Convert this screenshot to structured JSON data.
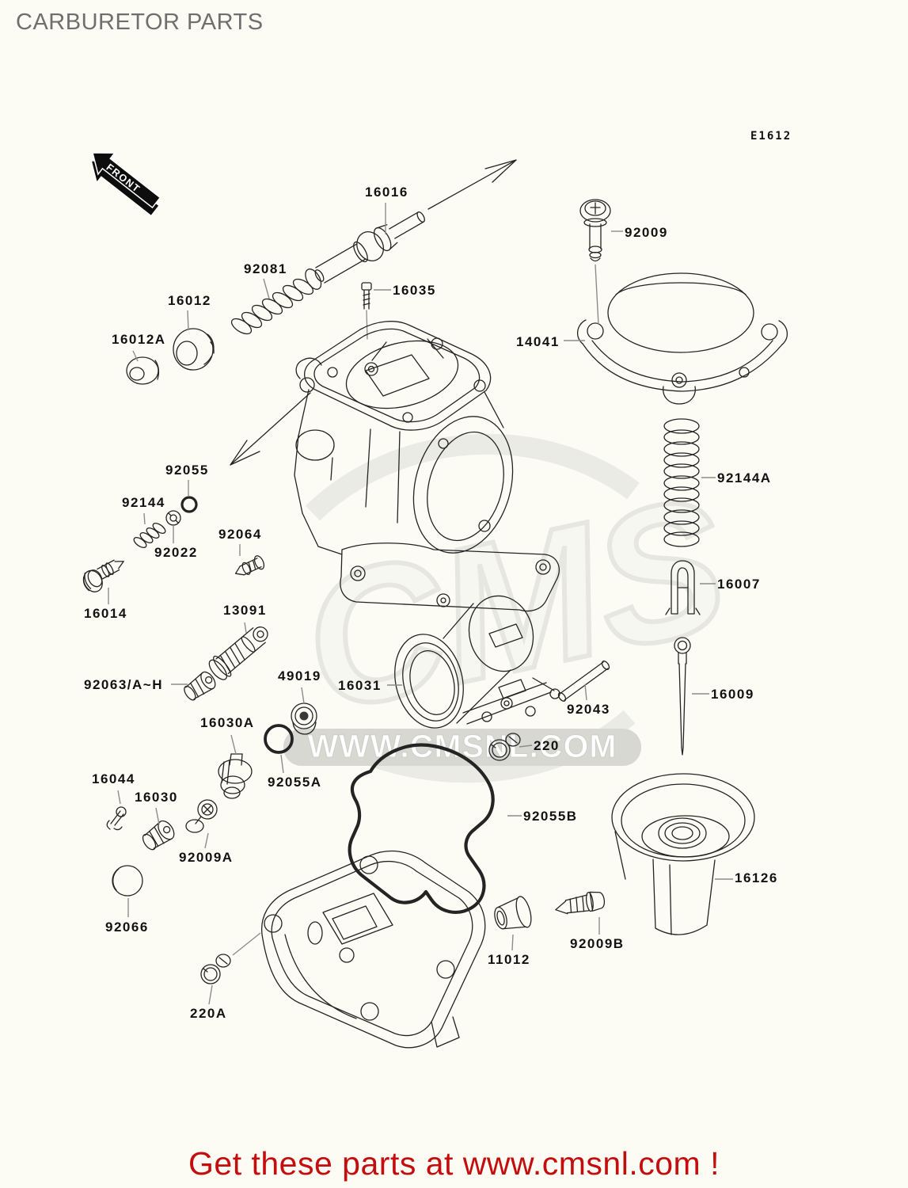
{
  "header": {
    "title": "CARBURETOR PARTS",
    "diagram_code": "E1612"
  },
  "front_marker": {
    "label": "FRONT"
  },
  "watermark": {
    "band_text": "WWW.CMSNL.COM",
    "ghost_text": "CMS"
  },
  "footer": {
    "link_text": "Get these parts at www.cmsnl.com !"
  },
  "colors": {
    "background": "#fcfcf5",
    "title_gray": "#6f6f6f",
    "line_art": "#242424",
    "leader_gray": "#8c8c8c",
    "footer_red": "#c40d0d",
    "watermark_band": "#d8d8d3",
    "watermark_text": "#ffffff"
  },
  "parts": [
    {
      "id": "16016",
      "label": "16016"
    },
    {
      "id": "92081",
      "label": "92081"
    },
    {
      "id": "16012",
      "label": "16012"
    },
    {
      "id": "16012A",
      "label": "16012A"
    },
    {
      "id": "16035",
      "label": "16035"
    },
    {
      "id": "92009",
      "label": "92009"
    },
    {
      "id": "14041",
      "label": "14041"
    },
    {
      "id": "92144A",
      "label": "92144A"
    },
    {
      "id": "16007",
      "label": "16007"
    },
    {
      "id": "92055",
      "label": "92055"
    },
    {
      "id": "92144",
      "label": "92144"
    },
    {
      "id": "92022",
      "label": "92022"
    },
    {
      "id": "92064",
      "label": "92064"
    },
    {
      "id": "16014",
      "label": "16014"
    },
    {
      "id": "13091",
      "label": "13091"
    },
    {
      "id": "92063",
      "label": "92063/A~H"
    },
    {
      "id": "49019",
      "label": "49019"
    },
    {
      "id": "16031",
      "label": "16031"
    },
    {
      "id": "92043",
      "label": "92043"
    },
    {
      "id": "16009",
      "label": "16009"
    },
    {
      "id": "220",
      "label": "220"
    },
    {
      "id": "16030A",
      "label": "16030A"
    },
    {
      "id": "92055A",
      "label": "92055A"
    },
    {
      "id": "16044",
      "label": "16044"
    },
    {
      "id": "16030",
      "label": "16030"
    },
    {
      "id": "92009A",
      "label": "92009A"
    },
    {
      "id": "92066",
      "label": "92066"
    },
    {
      "id": "92055B",
      "label": "92055B"
    },
    {
      "id": "16126",
      "label": "16126"
    },
    {
      "id": "11012",
      "label": "11012"
    },
    {
      "id": "92009B",
      "label": "92009B"
    },
    {
      "id": "220A",
      "label": "220A"
    }
  ]
}
